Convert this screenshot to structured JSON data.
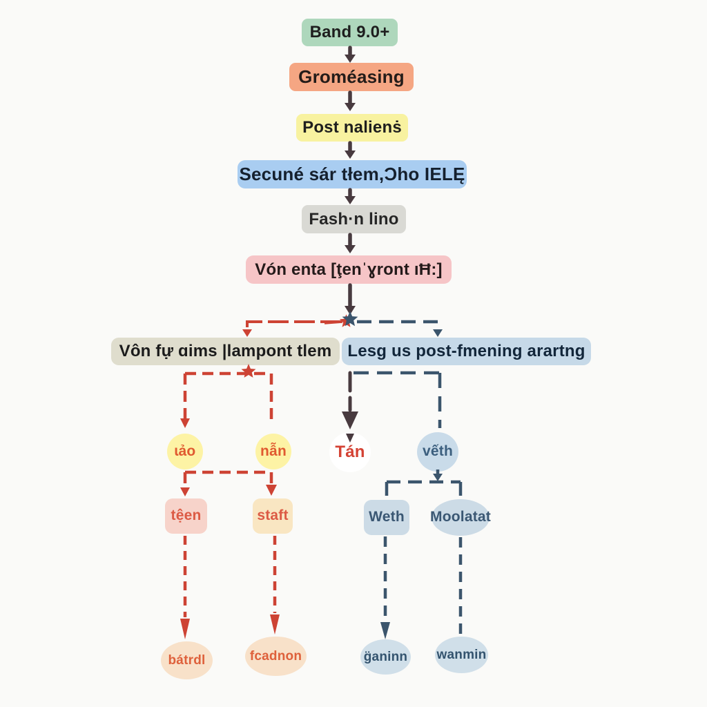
{
  "diagram": {
    "background": "#fafaf8",
    "edge_colors": {
      "main": "#483a3f",
      "red": "#cd4334",
      "blue": "#3b556c"
    },
    "nodes": {
      "band": {
        "label": "Band 9.0+",
        "fill": "#aed7bc",
        "text": "#1e1e1e"
      },
      "grom": {
        "label": "Groméasing",
        "fill": "#f5a683",
        "text": "#241c19"
      },
      "post": {
        "label": "Post nalienṡ",
        "fill": "#f8f2a0",
        "text": "#1e1e1e"
      },
      "secune": {
        "label": "Secuné sár tłem,Ɔho IELĘ",
        "fill": "#a9cdf1",
        "text": "#15202e"
      },
      "fash": {
        "label": "Fash·n lino",
        "fill": "#d9d9d4",
        "text": "#262626"
      },
      "vonenta": {
        "label": "Vón enta [ţenˈɣront ıĦ:]",
        "fill": "#f6c5c7",
        "text": "#241a1a"
      },
      "leftbox": {
        "label": "Vôn fự ɑims |lampont tlem",
        "fill": "#dfddcd",
        "text": "#1b1b1b"
      },
      "rightbox": {
        "label": "Lesg us post-fmening arartng",
        "fill": "#c6d9e8",
        "text": "#12263a"
      },
      "cao": {
        "label": "ɩảo",
        "fill": "#fdf3a5",
        "text": "#e05a30"
      },
      "nan": {
        "label": "nẫn",
        "fill": "#fdf3a5",
        "text": "#e05a30"
      },
      "tan": {
        "label": "Tán",
        "fill": "#ffffff",
        "text": "#d44234"
      },
      "veth": {
        "label": "vếth",
        "fill": "#c9dbe9",
        "text": "#3c5f7e"
      },
      "teen": {
        "label": "tệen",
        "fill": "#f7d3ca",
        "text": "#dc5a44"
      },
      "staft": {
        "label": "staft",
        "fill": "#f9e6c2",
        "text": "#dc5a44"
      },
      "weth": {
        "label": "Weth",
        "fill": "#ccdbe6",
        "text": "#3a5773"
      },
      "moolatat": {
        "label": "Moolatat",
        "fill": "#ccdbe6",
        "text": "#3a5773"
      },
      "batrdl": {
        "label": "bátrdl",
        "fill": "#f8e1c9",
        "text": "#de603b"
      },
      "fcadnon": {
        "label": "fcadnon",
        "fill": "#f8e1c9",
        "text": "#de603b"
      },
      "ganinn": {
        "label": "g̈aninn",
        "fill": "#d0dfe9",
        "text": "#33536e"
      },
      "wanmin": {
        "label": "wanmin",
        "fill": "#d0dfe9",
        "text": "#33536e"
      }
    },
    "edges": [
      {
        "from": "band",
        "to": "grom",
        "style": "solid-arrow",
        "color": "main"
      },
      {
        "from": "grom",
        "to": "post",
        "style": "solid-arrow",
        "color": "main"
      },
      {
        "from": "post",
        "to": "secune",
        "style": "solid-arrow",
        "color": "main"
      },
      {
        "from": "secune",
        "to": "fash",
        "style": "solid-arrow",
        "color": "main"
      },
      {
        "from": "fash",
        "to": "vonenta",
        "style": "solid-arrow",
        "color": "main"
      },
      {
        "from": "vonenta",
        "to": "star-junction",
        "style": "solid-arrow",
        "color": "main"
      },
      {
        "from": "star-junction",
        "to": "leftbox",
        "style": "dashed-arrow",
        "color": "red"
      },
      {
        "from": "star-junction",
        "to": "rightbox",
        "style": "dashed-arrow",
        "color": "blue"
      },
      {
        "from": "leftbox",
        "to": "cao",
        "style": "dashed-arrow",
        "color": "red"
      },
      {
        "from": "leftbox",
        "to": "nan",
        "style": "dashed",
        "color": "red"
      },
      {
        "from": "cao",
        "to": "teen",
        "style": "dashed-arrow",
        "color": "red"
      },
      {
        "from": "nan",
        "to": "staft",
        "style": "dashed-arrow",
        "color": "red"
      },
      {
        "from": "teen",
        "to": "batrdl",
        "style": "dashed-arrow",
        "color": "red"
      },
      {
        "from": "staft",
        "to": "fcadnon",
        "style": "dashed-arrow",
        "color": "red"
      },
      {
        "from": "rightbox",
        "to": "tan",
        "style": "dashed-arrow",
        "color": "main"
      },
      {
        "from": "rightbox",
        "to": "veth",
        "style": "dashed",
        "color": "blue"
      },
      {
        "from": "veth",
        "to": "weth",
        "style": "dashed-arrow",
        "color": "blue"
      },
      {
        "from": "veth",
        "to": "moolatat",
        "style": "dashed",
        "color": "blue"
      },
      {
        "from": "weth",
        "to": "ganinn",
        "style": "dashed-arrow",
        "color": "blue"
      },
      {
        "from": "moolatat",
        "to": "wanmin",
        "style": "dashed",
        "color": "blue"
      }
    ]
  }
}
